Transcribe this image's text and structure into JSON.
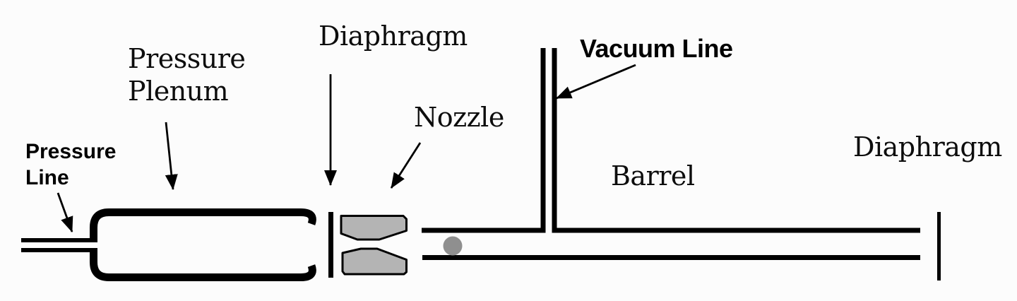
{
  "labels": {
    "pressure_line": {
      "line1": "Pressure",
      "line2": "Line"
    },
    "pressure_plenum": {
      "line1": "Pressure",
      "line2": "Plenum"
    },
    "diaphragm_left": "Diaphragm",
    "nozzle": "Nozzle",
    "vacuum_line": "Vacuum Line",
    "barrel": "Barrel",
    "diaphragm_right": "Diaphragm"
  },
  "colors": {
    "outline": "#000000",
    "nozzle_fill": "#b4b4b4",
    "projectile_fill": "#8f8f8f",
    "background": "#fcfcfc",
    "text": "#0d0d0d"
  }
}
